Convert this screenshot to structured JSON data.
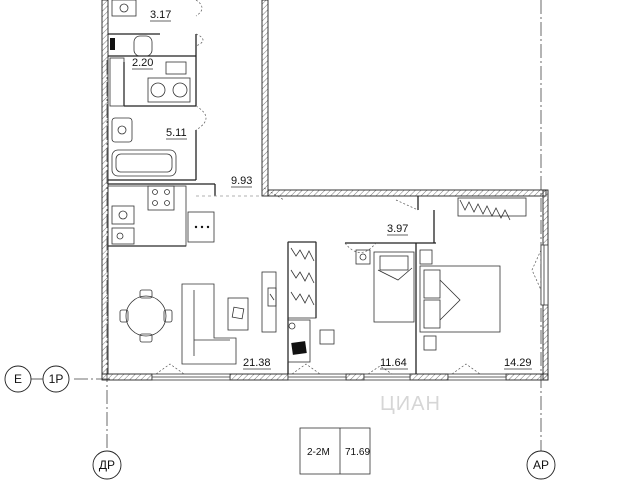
{
  "rooms": {
    "room_1": "3.17",
    "room_2": "2.20",
    "room_3": "5.11",
    "room_4": "9.93",
    "room_5": "3.97",
    "room_6": "21.38",
    "room_7": "11.64",
    "room_8": "14.29"
  },
  "axes": {
    "row_e": "Е",
    "row_1p": "1Р",
    "col_dr": "ДР",
    "col_ar": "АР"
  },
  "stamp": {
    "type": "2-2М",
    "area": "71.69"
  },
  "watermark": "ЦИАН",
  "colors": {
    "lines": "#222222",
    "background": "#ffffff",
    "watermark": "#d6d6d6"
  }
}
